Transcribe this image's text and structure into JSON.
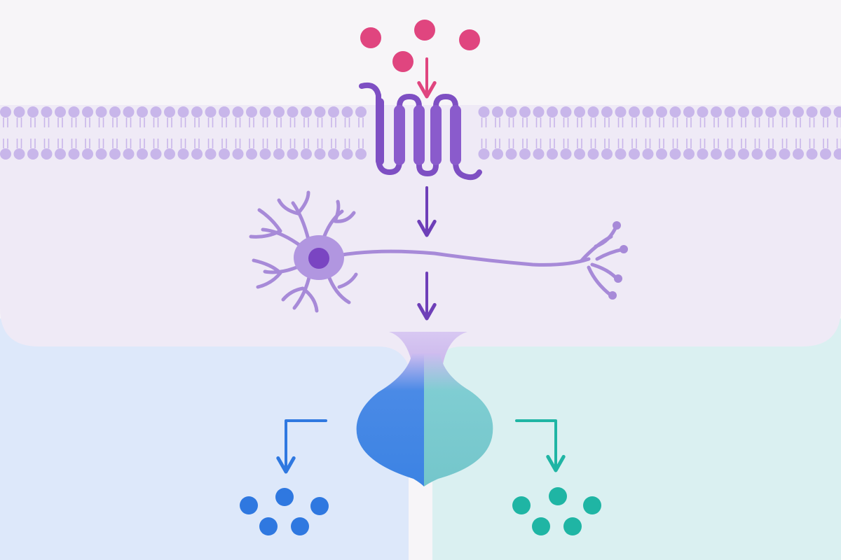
{
  "diagram": {
    "nodes": [
      {
        "id": "ligands",
        "icon": "ligand-molecules-icon"
      },
      {
        "id": "membrane",
        "icon": "lipid-bilayer-icon"
      },
      {
        "id": "receptor",
        "icon": "gpcr-receptor-icon"
      },
      {
        "id": "neuron",
        "icon": "neuron-icon"
      },
      {
        "id": "splitter",
        "icon": "bifurcation-flask-icon"
      },
      {
        "id": "output-left",
        "icon": "blue-molecules-icon"
      },
      {
        "id": "output-right",
        "icon": "teal-molecules-icon"
      }
    ],
    "edges": [
      {
        "from": "ligands",
        "to": "receptor"
      },
      {
        "from": "receptor",
        "to": "neuron"
      },
      {
        "from": "neuron",
        "to": "splitter"
      },
      {
        "from": "splitter",
        "to": "output-left"
      },
      {
        "from": "splitter",
        "to": "output-right"
      }
    ]
  },
  "colors": {
    "background": "#f7f5f8",
    "cytoplasm": "#efeaf6",
    "left_region": "#dde8fa",
    "right_region": "#daf0f1",
    "membrane": "#c8b6ea",
    "receptor": "#7e4fc3",
    "ligand": "#e0457f",
    "neuron": "#a78ad8",
    "nucleus": "#7a45c2",
    "arrow_purple": "#6e3fb8",
    "arrow_pink": "#e0457f",
    "blue": "#3f86e4",
    "teal": "#73c7cc",
    "blue_dot": "#2f78e0",
    "teal_dot": "#1fb5a4",
    "funnel": "#d2c2ee"
  }
}
